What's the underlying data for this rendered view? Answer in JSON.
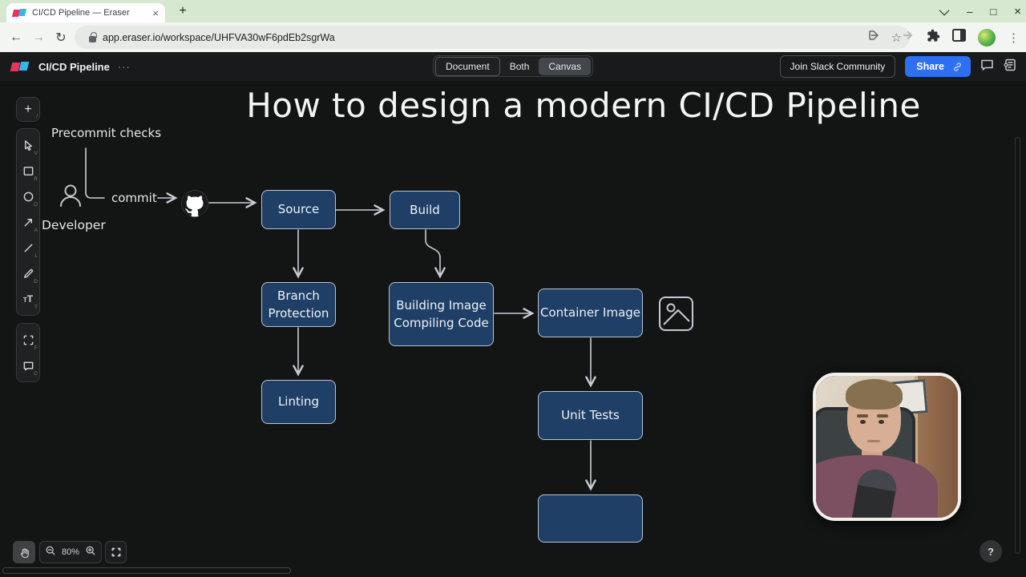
{
  "browser": {
    "tab_title": "CI/CD Pipeline — Eraser",
    "close_tab_icon": "×",
    "new_tab_icon": "+",
    "minimize_icon": "–",
    "maximize_icon": "□",
    "close_icon": "×",
    "back_icon": "←",
    "forward_icon": "→",
    "reload_icon": "↻",
    "star_icon": "☆",
    "menu_icon": "⋮",
    "url": "app.eraser.io/workspace/UHFVA30wF6pdEb2sgrWa"
  },
  "header": {
    "app_title": "CI/CD Pipeline",
    "overflow_icon": "···",
    "tabs": {
      "document": "Document",
      "both": "Both",
      "canvas": "Canvas"
    },
    "join_slack_label": "Join Slack Community",
    "share_label": "Share",
    "accent_color": "#2f6ff2"
  },
  "tools": {
    "add_icon": "+",
    "text_tool_icon": "T",
    "text_tool_icon_small": "T",
    "shortcuts": {
      "add": "/",
      "select": "V",
      "rectangle": "R",
      "ellipse": "O",
      "arrow": "A",
      "line": "L",
      "draw": "D",
      "text": "T",
      "frame": "F",
      "comment": "C"
    }
  },
  "canvas": {
    "title": "How to design a modern CI/CD Pipeline",
    "precommit_label": "Precommit checks",
    "commit_label": "commit",
    "developer_label": "Developer",
    "nodes": [
      {
        "label": "Source"
      },
      {
        "label": "Build"
      },
      {
        "label": "Branch\nProtection"
      },
      {
        "label": "Building Image\nCompiling Code"
      },
      {
        "label": "Container Image"
      },
      {
        "label": "Linting"
      },
      {
        "label": "Unit Tests"
      },
      {
        "label": ""
      }
    ],
    "node_fill": "#1f3f66",
    "node_border": "#b9c4d1",
    "arrow_color": "#c9ced6",
    "background": "#131414"
  },
  "statusbar": {
    "zoom_level": "80%",
    "help_label": "?"
  }
}
